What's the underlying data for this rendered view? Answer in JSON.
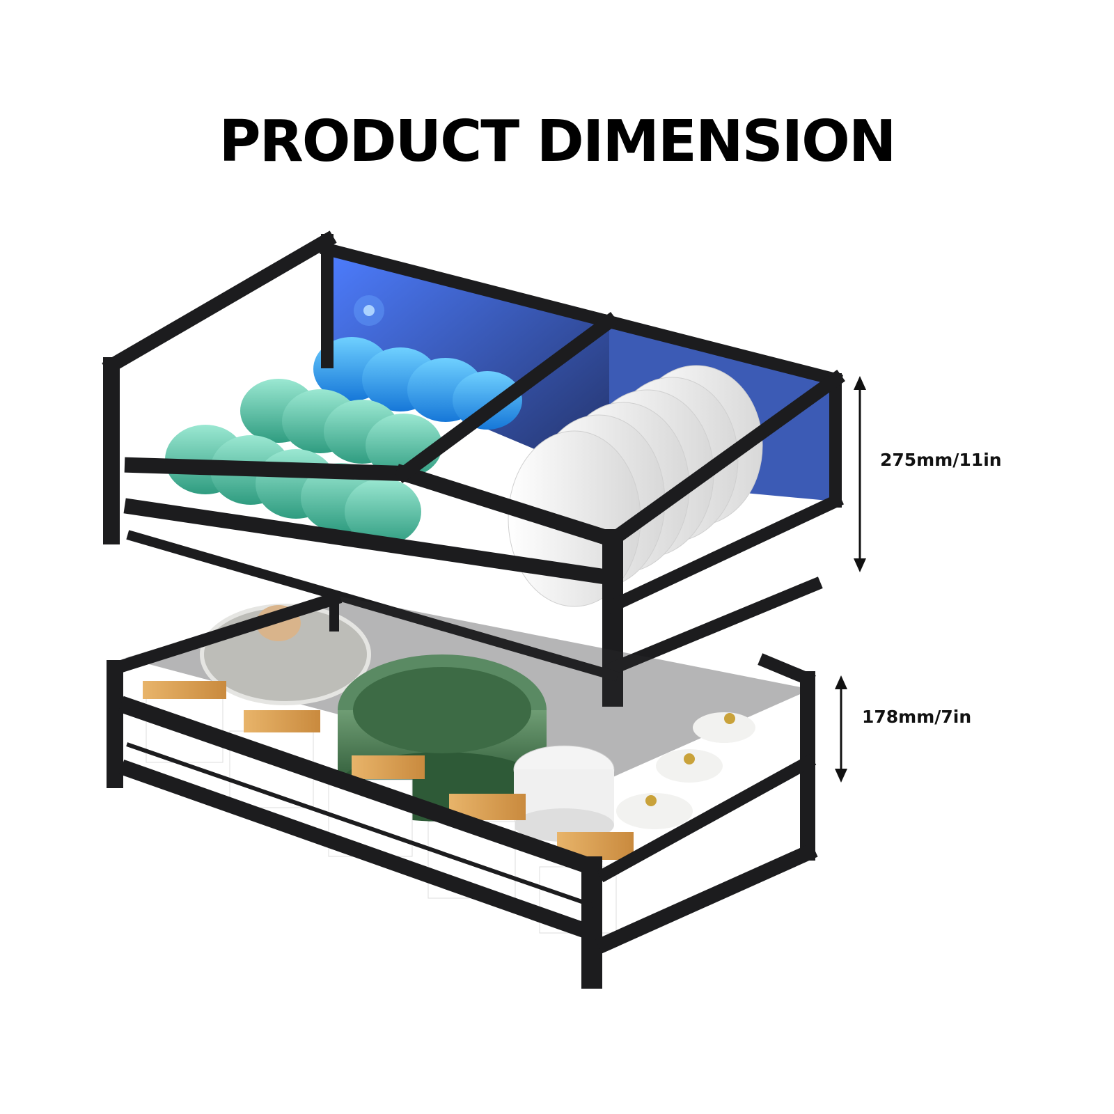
{
  "title": "PRODUCT DIMENSION",
  "dimensions": {
    "upper_tier_height": "275mm/11in",
    "lower_tier_height": "178mm/7in"
  },
  "colors": {
    "background": "#ffffff",
    "frame": "#1c1c1e",
    "led_glow": "#2f6bff",
    "bowls": "#5ec7a8",
    "blue_bowls": "#2fa3f2",
    "plates": "#f4f4f4",
    "bamboo_lids": "#d9a25a",
    "pot": "#4a7a52"
  },
  "product": {
    "icon": "two-tier-pull-out-dish-rack"
  }
}
